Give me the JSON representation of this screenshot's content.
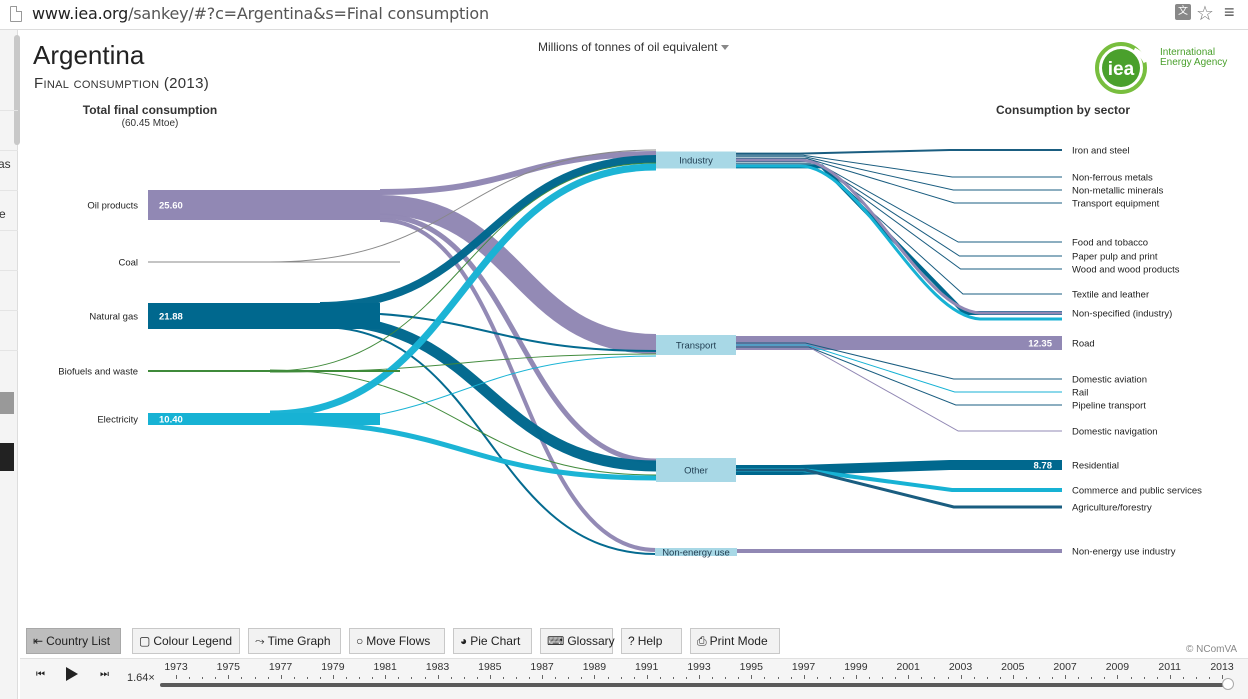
{
  "browser": {
    "url_domain": "www.iea.org",
    "url_rest": "/sankey/#?c=Argentina&s=Final consumption"
  },
  "header": {
    "title": "Argentina",
    "subtitle": "Final consumption (2013)",
    "unit_selector": "Millions of tonnes of oil equivalent",
    "logo_text_line1": "International",
    "logo_text_line2": "Energy Agency",
    "logo_mark": "iea"
  },
  "left_strip": {
    "fragment_1": "as",
    "fragment_2": "e"
  },
  "sankey": {
    "left_heading": "Total final consumption",
    "left_total": "(60.45 Mtoe)",
    "right_heading": "Consumption by sector",
    "sources": [
      {
        "label": "Oil products",
        "value": "25.60",
        "color": "#9188b4"
      },
      {
        "label": "Coal",
        "value": "",
        "color": "#888888"
      },
      {
        "label": "Natural gas",
        "value": "21.88",
        "color": "#00688e"
      },
      {
        "label": "Biofuels and waste",
        "value": "",
        "color": "#3f8a3a"
      },
      {
        "label": "Electricity",
        "value": "10.40",
        "color": "#17b2d4"
      }
    ],
    "sectors": [
      {
        "label": "Industry"
      },
      {
        "label": "Transport"
      },
      {
        "label": "Other"
      },
      {
        "label": "Non-energy use"
      }
    ],
    "destinations": [
      {
        "label": "Iron and steel"
      },
      {
        "label": "Non-ferrous metals"
      },
      {
        "label": "Non-metallic minerals"
      },
      {
        "label": "Transport equipment"
      },
      {
        "label": "Food and tobacco"
      },
      {
        "label": "Paper pulp and print"
      },
      {
        "label": "Wood and wood products"
      },
      {
        "label": "Textile and leather"
      },
      {
        "label": "Non-specified (industry)"
      },
      {
        "label": "Road",
        "value": "12.35"
      },
      {
        "label": "Domestic aviation"
      },
      {
        "label": "Rail"
      },
      {
        "label": "Pipeline transport"
      },
      {
        "label": "Domestic navigation"
      },
      {
        "label": "Residential",
        "value": "8.78"
      },
      {
        "label": "Commerce and public services"
      },
      {
        "label": "Agriculture/forestry"
      },
      {
        "label": "Non-energy use industry"
      }
    ],
    "colors": {
      "oil": "#9188b4",
      "gas": "#00688e",
      "elec": "#17b2d4",
      "bio": "#3f8a3a",
      "coal": "#888888",
      "sector_box": "#a8d8e6",
      "dest_line": "#1a5d80"
    }
  },
  "toolbar": {
    "buttons": [
      {
        "label": "Country List",
        "icon": "country-list-icon",
        "active": true
      },
      {
        "label": "Colour Legend",
        "icon": "colour-legend-icon",
        "active": false
      },
      {
        "label": "Time Graph",
        "icon": "time-graph-icon",
        "active": false
      },
      {
        "label": "Move Flows",
        "icon": "move-flows-icon",
        "active": false
      },
      {
        "label": "Pie Chart",
        "icon": "pie-chart-icon",
        "active": false
      },
      {
        "label": "Glossary",
        "icon": "glossary-icon",
        "active": false
      },
      {
        "label": "Help",
        "icon": "help-icon",
        "active": false
      },
      {
        "label": "Print Mode",
        "icon": "printer-icon",
        "active": false
      }
    ],
    "credit": "© NComVA"
  },
  "timeline": {
    "speed": "1.64×",
    "years": [
      "1973",
      "1975",
      "1977",
      "1979",
      "1981",
      "1983",
      "1985",
      "1987",
      "1989",
      "1991",
      "1993",
      "1995",
      "1997",
      "1999",
      "2001",
      "2003",
      "2005",
      "2007",
      "2009",
      "2011",
      "2013"
    ],
    "selected_year": "2013"
  }
}
